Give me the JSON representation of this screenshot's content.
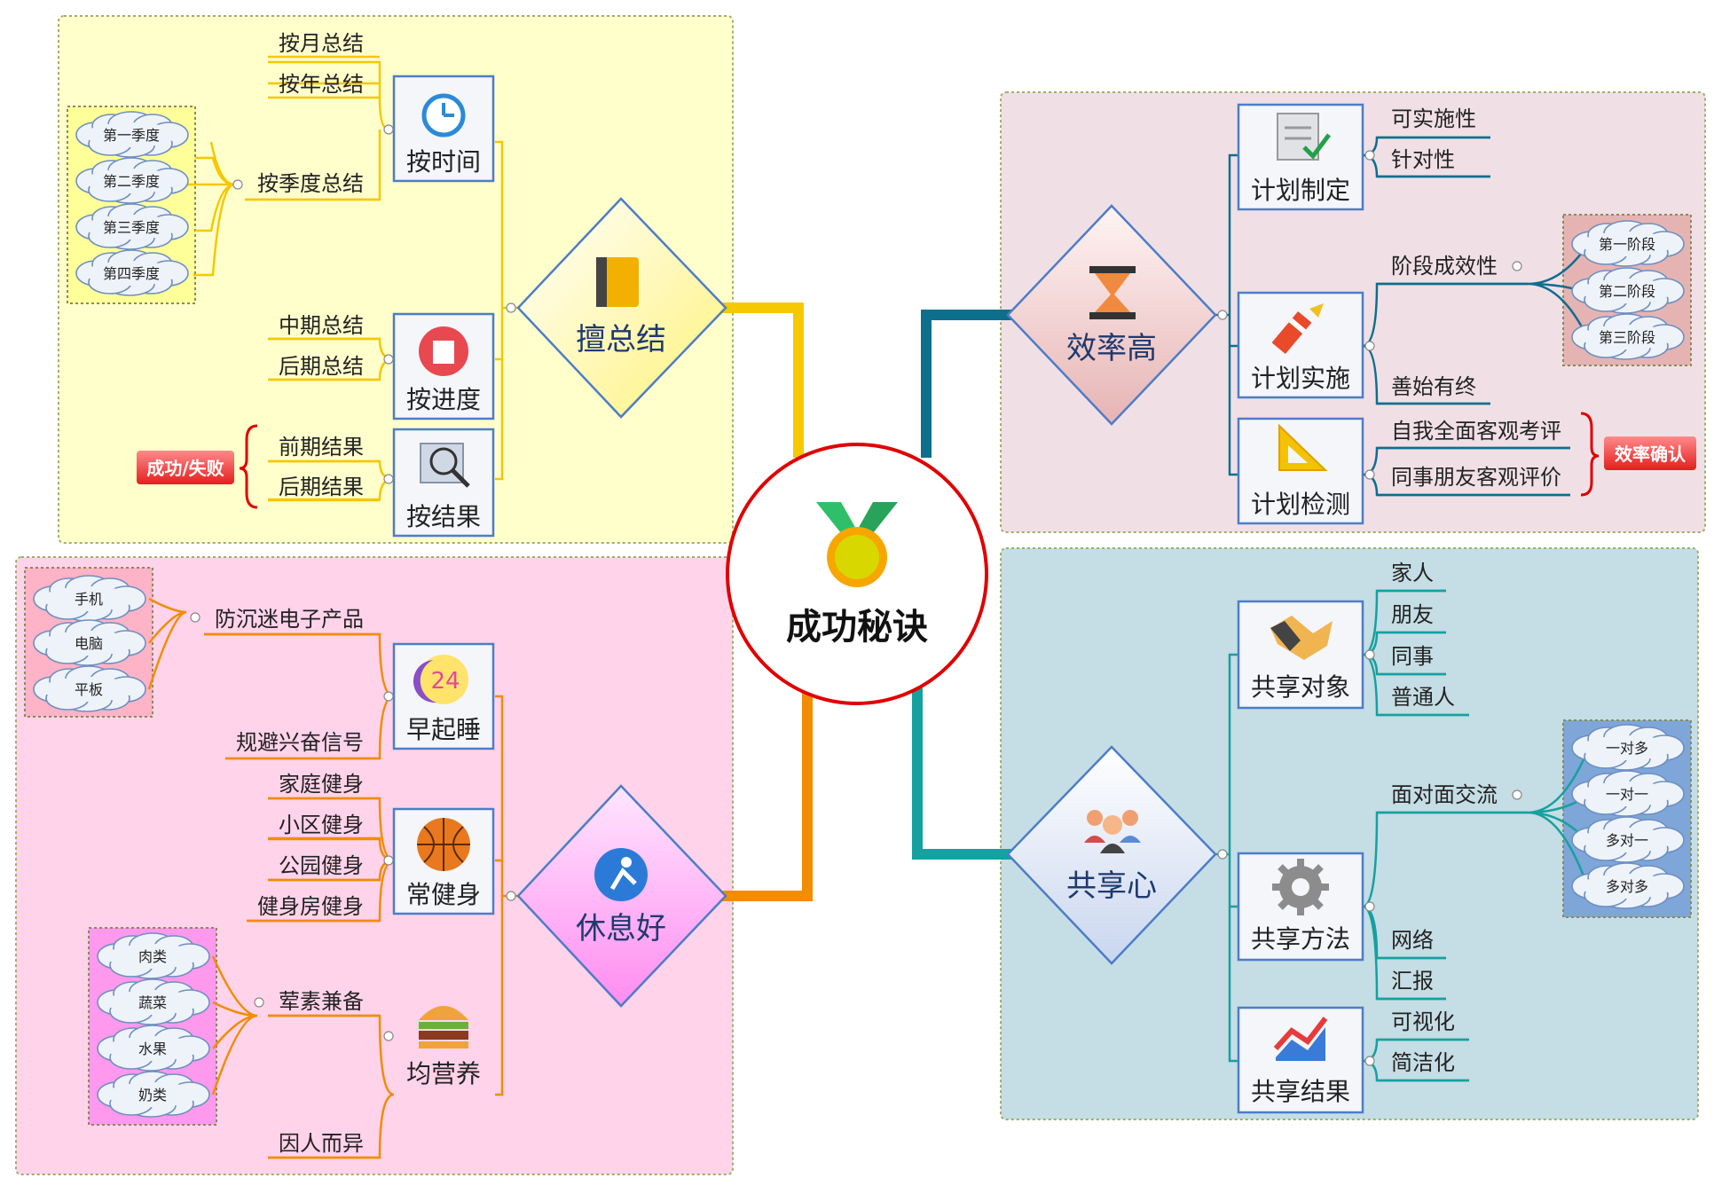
{
  "center": {
    "label": "成功秘诀"
  },
  "branches": {
    "summary": {
      "label": "擅总结",
      "by_time": {
        "label": "按时间",
        "items": [
          "按月总结",
          "按年总结",
          "按季度总结"
        ],
        "quarters": [
          "第一季度",
          "第二季度",
          "第三季度",
          "第四季度"
        ]
      },
      "by_progress": {
        "label": "按进度",
        "items": [
          "中期总结",
          "后期总结"
        ]
      },
      "by_result": {
        "label": "按结果",
        "items": [
          "前期结果",
          "后期结果"
        ],
        "tag": "成功/失败"
      }
    },
    "rest": {
      "label": "休息好",
      "early": {
        "label": "早起睡",
        "items": [
          "防沉迷电子产品",
          "规避兴奋信号"
        ],
        "devices": [
          "手机",
          "电脑",
          "平板"
        ]
      },
      "exercise": {
        "label": "常健身",
        "items": [
          "家庭健身",
          "小区健身",
          "公园健身",
          "健身房健身"
        ]
      },
      "nutrition": {
        "label": "均营养",
        "items": [
          "荤素兼备",
          "因人而异"
        ],
        "foods": [
          "肉类",
          "蔬菜",
          "水果",
          "奶类"
        ]
      }
    },
    "efficiency": {
      "label": "效率高",
      "plan": {
        "label": "计划制定",
        "items": [
          "可实施性",
          "针对性"
        ]
      },
      "execute": {
        "label": "计划实施",
        "items": [
          "阶段成效性",
          "善始有终"
        ],
        "stages": [
          "第一阶段",
          "第二阶段",
          "第三阶段"
        ]
      },
      "check": {
        "label": "计划检测",
        "items": [
          "自我全面客观考评",
          "同事朋友客观评价"
        ],
        "tag": "效率确认"
      }
    },
    "share": {
      "label": "共享心",
      "target": {
        "label": "共享对象",
        "items": [
          "家人",
          "朋友",
          "同事",
          "普通人"
        ]
      },
      "method": {
        "label": "共享方法",
        "items": [
          "面对面交流",
          "网络",
          "汇报"
        ],
        "modes": [
          "一对多",
          "一对一",
          "多对一",
          "多对多"
        ]
      },
      "result": {
        "label": "共享结果",
        "items": [
          "可视化",
          "简洁化"
        ]
      }
    }
  },
  "colors": {
    "yellow_bg": "#ffffcc",
    "pink_bg": "#ffd3ea",
    "mauve_bg": "#f0e0e6",
    "teal_bg": "#c5dde4",
    "yellow_line": "#f5c800",
    "orange_line": "#f28c00",
    "blue_line": "#0e6e8e",
    "teal_line": "#16a0a0",
    "center_ring": "#e00000"
  }
}
